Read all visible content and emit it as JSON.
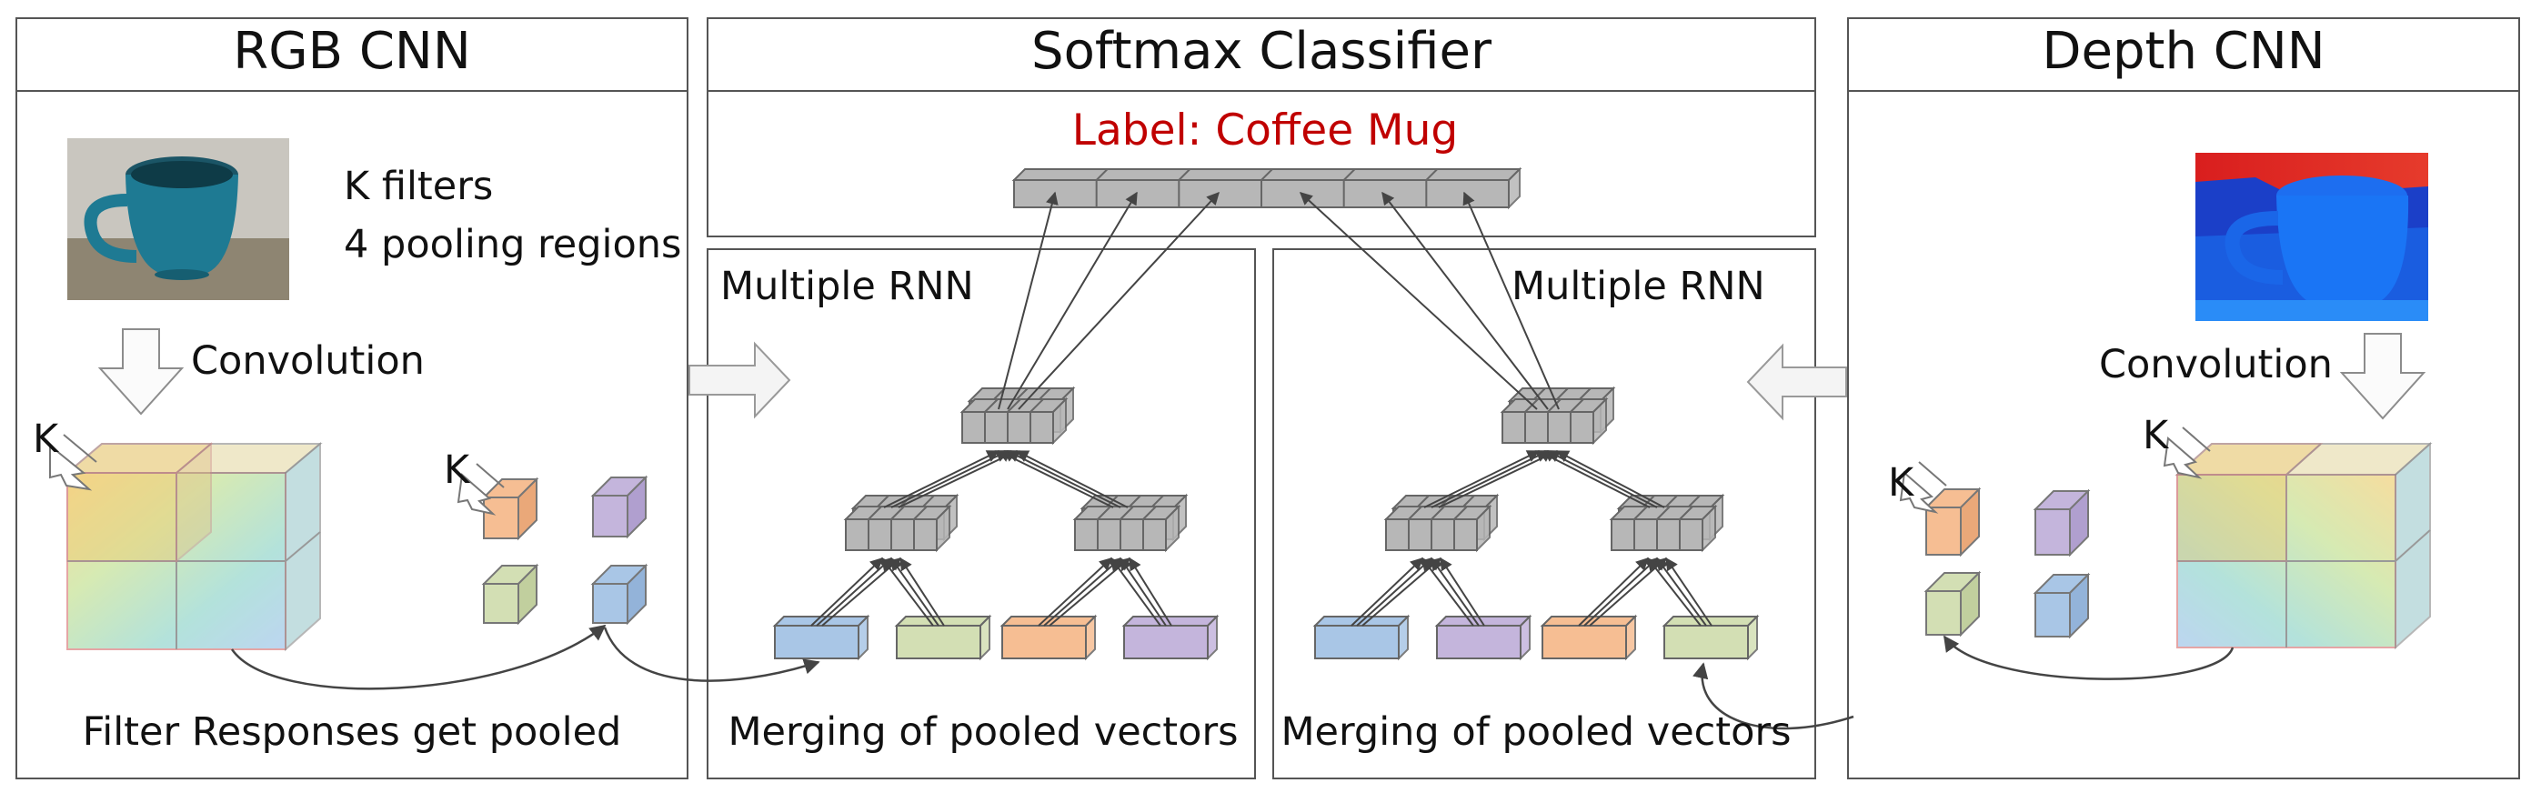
{
  "panels": {
    "rgb_cnn": {
      "title": "RGB CNN",
      "filters_line1": "K filters",
      "filters_line2": "4 pooling regions",
      "convolution": "Convolution",
      "k_label": "K",
      "k_label_small": "K",
      "caption": "Filter Responses get pooled"
    },
    "softmax": {
      "title": "Softmax Classifier",
      "label_text": "Label: Coffee Mug"
    },
    "rnn_left": {
      "title": "Multiple RNN",
      "caption": "Merging of pooled vectors"
    },
    "rnn_right": {
      "title": "Multiple RNN",
      "caption": "Merging of pooled vectors"
    },
    "depth_cnn": {
      "title": "Depth CNN",
      "convolution": "Convolution",
      "k_label": "K",
      "k_label_small": "K"
    }
  },
  "colors": {
    "blue": "#a9c6e6",
    "green": "#d3dfb4",
    "orange": "#f6be93",
    "purple": "#c4b5dc",
    "node_gray": "#b7b7b7",
    "label_red": "#c00000"
  }
}
